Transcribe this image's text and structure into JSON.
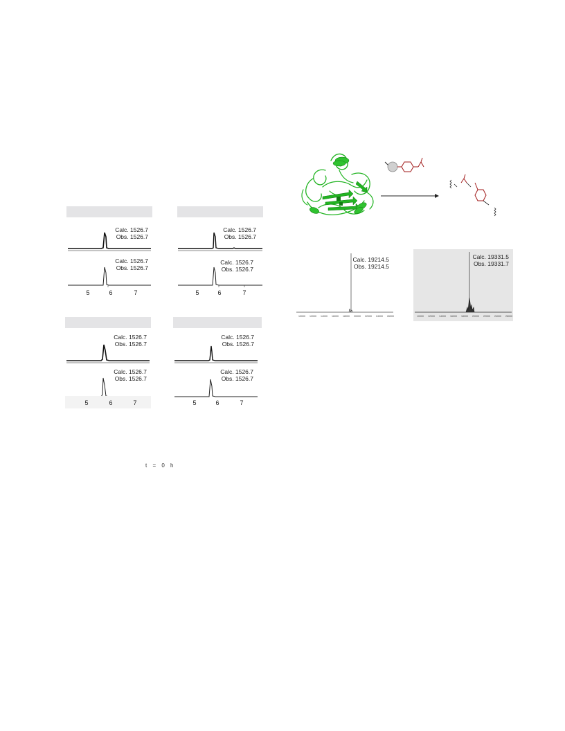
{
  "hplc_panels": [
    {
      "id": "p1",
      "traces": [
        {
          "calc": "Calc. 1526.7",
          "obs": "Obs. 1526.7"
        },
        {
          "calc": "Calc. 1526.7",
          "obs": "Obs. 1526.7"
        }
      ],
      "x_ticks": [
        "5",
        "6",
        "7"
      ]
    },
    {
      "id": "p2",
      "traces": [
        {
          "calc": "Calc. 1526.7",
          "obs": "Obs. 1526.7"
        },
        {
          "calc": "Calc. 1526.7",
          "obs": "Obs. 1526.7"
        }
      ],
      "x_ticks": [
        "5",
        "6",
        "7"
      ]
    },
    {
      "id": "p3",
      "traces": [
        {
          "calc": "Calc. 1526.7",
          "obs": "Obs. 1526.7"
        },
        {
          "calc": "Calc. 1526.7",
          "obs": "Obs. 1526.7"
        }
      ],
      "x_ticks": [
        "5",
        "6",
        "7"
      ]
    },
    {
      "id": "p4",
      "traces": [
        {
          "calc": "Calc. 1526.7",
          "obs": "Obs. 1526.7"
        },
        {
          "calc": "Calc. 1526.7",
          "obs": "Obs. 1526.7"
        }
      ],
      "x_ticks": [
        "5",
        "6",
        "7"
      ]
    }
  ],
  "time_label": "t = 0 h",
  "mass_spectra": [
    {
      "calc": "Calc. 19214.5",
      "obs": "Obs. 19214.5",
      "background": "#ffffff",
      "x_ticks": [
        "10000",
        "12000",
        "14000",
        "16000",
        "18000",
        "20000",
        "22000",
        "24000",
        "26000"
      ],
      "peak_x": 19214.5
    },
    {
      "calc": "Calc. 19331.5",
      "obs": "Obs. 19331.7",
      "background": "#e6e6e6",
      "x_ticks": [
        "10000",
        "12000",
        "14000",
        "16000",
        "18000",
        "20000",
        "22000",
        "24000",
        "26000"
      ],
      "peak_x": 19331.7
    }
  ],
  "colors": {
    "protein": "#22b422",
    "protein_dark": "#137a13",
    "reagent_highlight": "#a01818",
    "panel_header": "#e4e4e6",
    "trace": "#111111"
  }
}
